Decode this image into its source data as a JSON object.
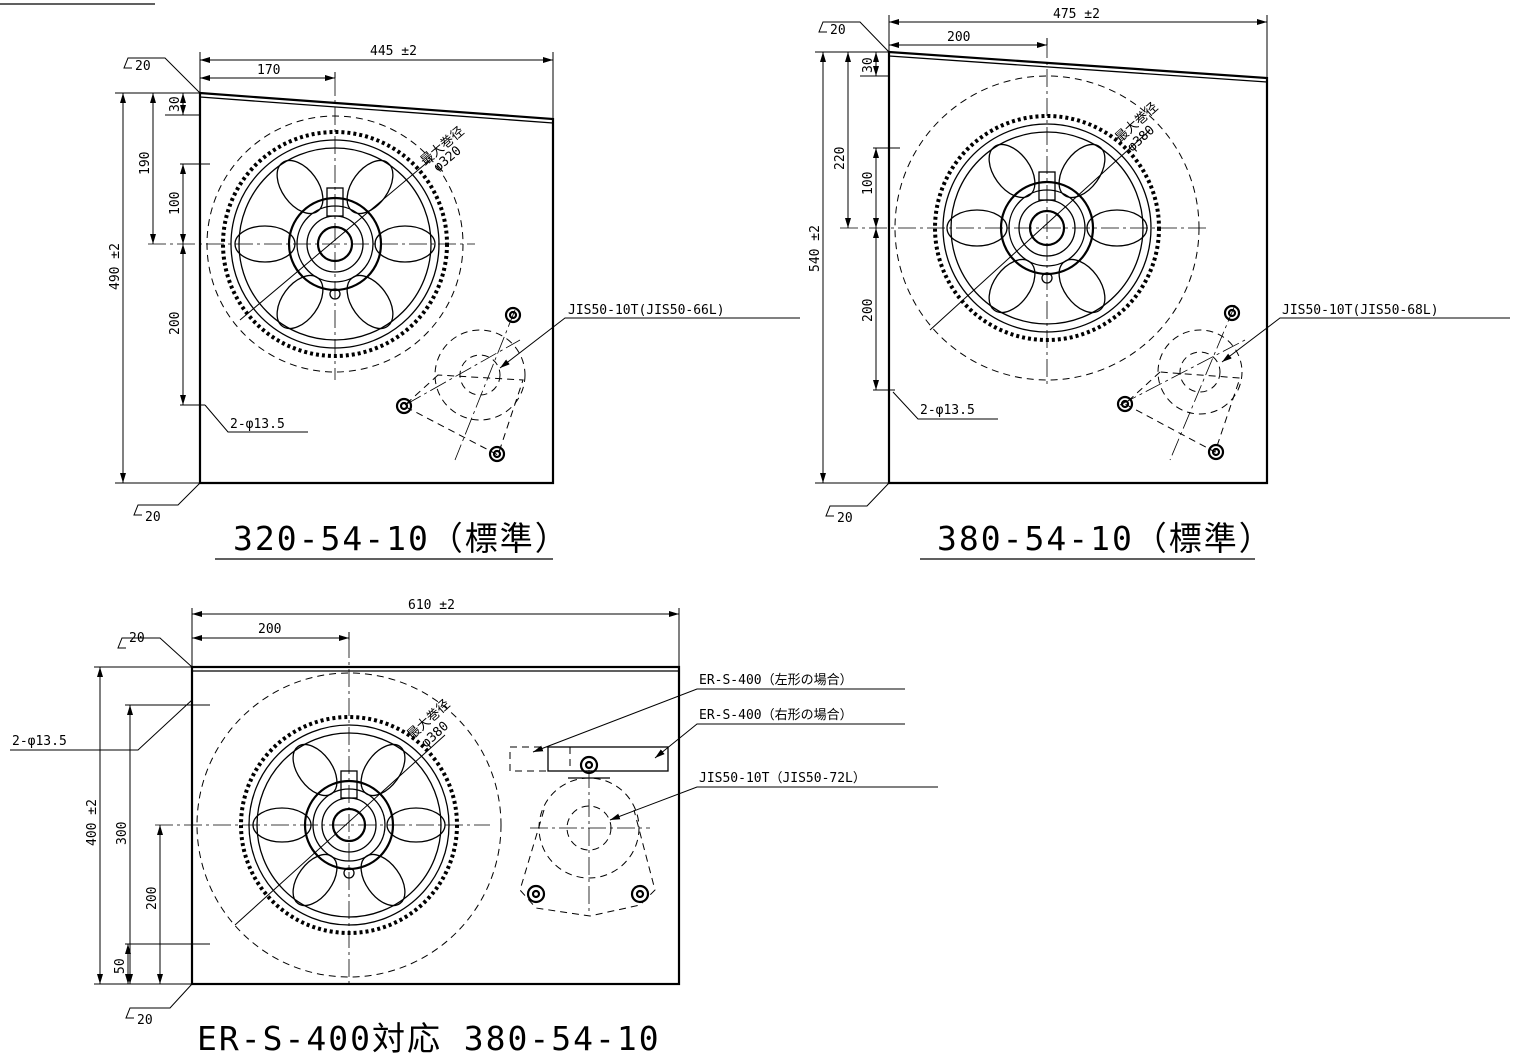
{
  "drawings": [
    {
      "title": "320-54-10（標準）",
      "dim_width": "445 ±2",
      "dim_height": "490 ±2",
      "dim_offset": "170",
      "dim_slope": "30",
      "dim_top_to_center": "190",
      "dim_small": "100",
      "dim_center_to_hole": "200",
      "max_dia_label": "最大巻径",
      "max_dia": "φ320",
      "roughness_top": "20",
      "roughness_bottom": "20",
      "chain_label": "JIS50-10T(JIS50-66L)",
      "hole_label": "2-φ13.5"
    },
    {
      "title": "380-54-10（標準）",
      "dim_width": "475 ±2",
      "dim_height": "540 ±2",
      "dim_offset": "200",
      "dim_slope": "30",
      "dim_top_to_center": "220",
      "dim_small": "100",
      "dim_center_to_hole": "200",
      "max_dia_label": "最大巻径",
      "max_dia": "φ380",
      "roughness_top": "20",
      "roughness_bottom": "20",
      "chain_label": "JIS50-10T(JIS50-68L)",
      "hole_label": "2-φ13.5"
    },
    {
      "title": "ER-S-400対応 380-54-10",
      "dim_width": "610 ±2",
      "dim_height": "400 ±2",
      "dim_offset": "200",
      "dim_300": "300",
      "dim_200": "200",
      "dim_50": "50",
      "max_dia_label": "最大巻径",
      "max_dia": "φ380",
      "roughness_top": "20",
      "roughness_bottom": "20",
      "motor_left_label": "ER-S-400（左形の場合）",
      "motor_right_label": "ER-S-400（右形の場合）",
      "chain_label": "JIS50-10T（JIS50-72L）",
      "hole_label": "2-φ13.5"
    }
  ]
}
